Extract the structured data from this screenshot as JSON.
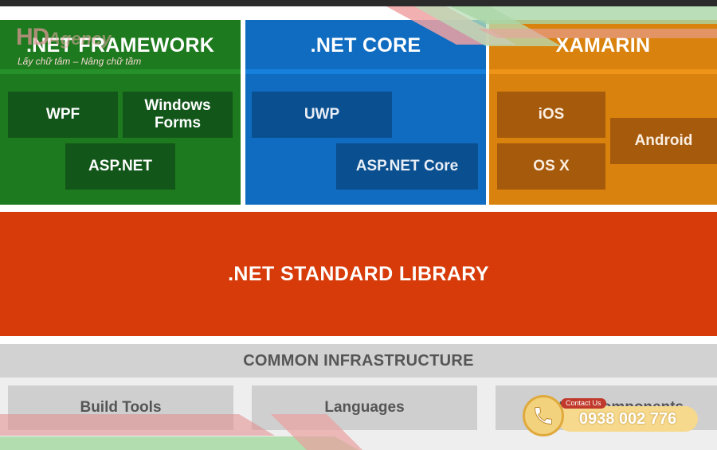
{
  "columns": {
    "framework": {
      "title": ".NET FRAMEWORK",
      "items": [
        "WPF",
        "Windows Forms",
        "ASP.NET"
      ]
    },
    "core": {
      "title": ".NET CORE",
      "items": [
        "UWP",
        "ASP.NET Core"
      ]
    },
    "xamarin": {
      "title": "XAMARIN",
      "items": [
        "iOS",
        "OS X",
        "Android"
      ]
    }
  },
  "standard_library": ".NET STANDARD LIBRARY",
  "infrastructure": {
    "title": "COMMON INFRASTRUCTURE",
    "items": [
      "Build Tools",
      "Languages",
      "Runtime components"
    ]
  },
  "watermark": {
    "brand_hd": "HD",
    "brand_agency": "Agency",
    "tagline": "Lấy chữ tâm – Nâng chữ tầm"
  },
  "contact": {
    "label": "Contact Us",
    "phone": "0938 002 776"
  },
  "colors": {
    "framework": "#1e7a1e",
    "core": "#0f6cc1",
    "xamarin": "#d9820d",
    "standard": "#d83b0a",
    "infrastructure": "#d2d2d2"
  }
}
